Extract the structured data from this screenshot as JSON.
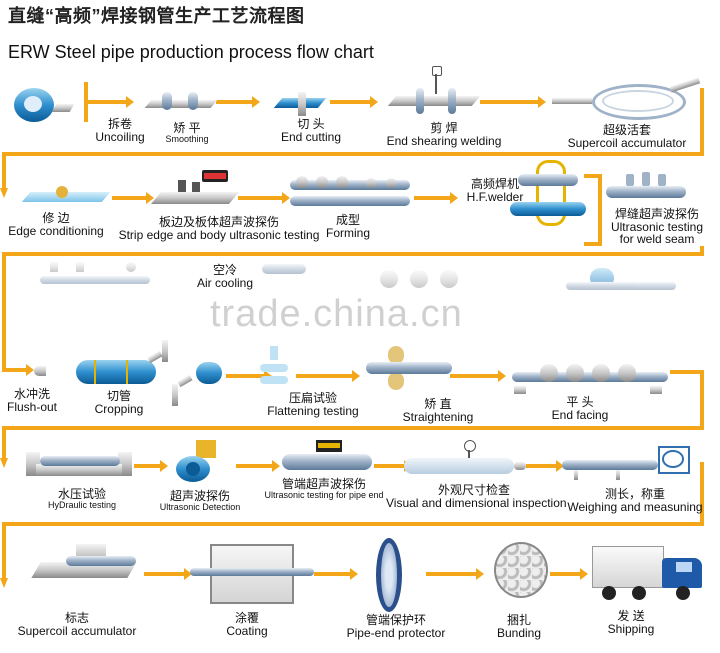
{
  "title_zh": "直缝“高频”焊接钢管生产工艺流程图",
  "title_en": "ERW Steel pipe production process flow chart",
  "watermark": "trade.china.cn",
  "steps": [
    {
      "zh": "拆卷",
      "en": "Uncoiling"
    },
    {
      "zh": "矫 平",
      "en": "Smoothing"
    },
    {
      "zh": "切 头",
      "en": "End cutting"
    },
    {
      "zh": "剪 焊",
      "en": "End shearing welding"
    },
    {
      "zh": "超级活套",
      "en": "Supercoil accumulator"
    },
    {
      "zh": "修 边",
      "en": "Edge conditioning"
    },
    {
      "zh": "板边及板体超声波探伤",
      "en": "Strip edge and body ultrasonic testing"
    },
    {
      "zh": "成型",
      "en": "Forming"
    },
    {
      "zh": "高频焊机",
      "en": "H.F.welder"
    },
    {
      "zh": "焊缝超声波探伤",
      "en": "Ultrasonic testing",
      "en2": "for weld seam"
    },
    {
      "zh": "空冷",
      "en": "Air cooling"
    },
    {
      "zh": "水冲洗",
      "en": "Flush-out"
    },
    {
      "zh": "切管",
      "en": "Cropping"
    },
    {
      "zh": "压扁试验",
      "en": "Flattening testing"
    },
    {
      "zh": "矫 直",
      "en": "Straightening"
    },
    {
      "zh": "平 头",
      "en": "End facing"
    },
    {
      "zh": "水压试验",
      "en": "HyDraulic testing"
    },
    {
      "zh": "超声波探伤",
      "en": "Ultrasonic Detection"
    },
    {
      "zh": "管端超声波探伤",
      "en": "Ultrasonic testing for pipe end"
    },
    {
      "zh": "外观尺寸检查",
      "en": "Visual and dimensional inspection"
    },
    {
      "zh": "测长，称重",
      "en": "Weighing and measuning"
    },
    {
      "zh": "标志",
      "en": "Supercoil accumulator"
    },
    {
      "zh": "涂覆",
      "en": "Coating"
    },
    {
      "zh": "管端保护环",
      "en": "Pipe-end protector"
    },
    {
      "zh": "捆扎",
      "en": "Bunding"
    },
    {
      "zh": "发 送",
      "en": "Shipping"
    }
  ],
  "colors": {
    "arrow": "#f3a617",
    "steel": "#8ea6bf",
    "accent_blue": "#2f8fcf",
    "truck_blue": "#1e5aa8"
  }
}
